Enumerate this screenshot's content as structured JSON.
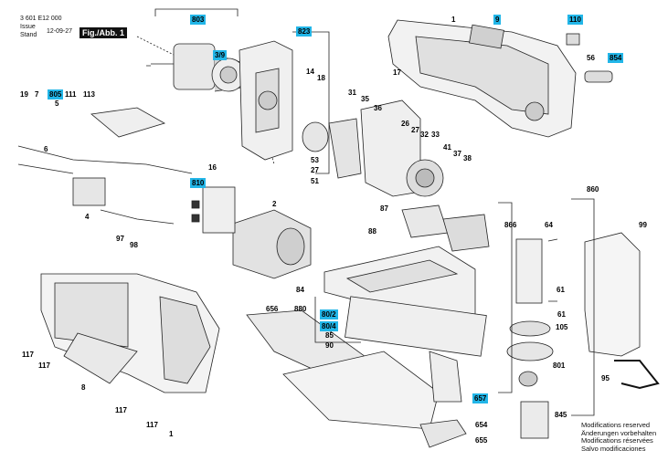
{
  "header": {
    "doc_number": "3 601 E12 000",
    "issue_label": "Issue",
    "stand_label": "Stand",
    "date": "12-09-27",
    "figure_label": "Fig./Abb. 1"
  },
  "part_labels": [
    "803",
    "1",
    "9",
    "110",
    "823",
    "3/9",
    "14",
    "18",
    "56",
    "854",
    "17",
    "19",
    "7",
    "805",
    "5",
    "111",
    "113",
    "31",
    "35",
    "36",
    "26",
    "27",
    "32",
    "33",
    "6",
    "41",
    "37",
    "38",
    "53",
    "27",
    "51",
    "16",
    "810",
    "2",
    "87",
    "866",
    "64",
    "860",
    "99",
    "4",
    "97",
    "98",
    "88",
    "84",
    "61",
    "61",
    "880",
    "80/2",
    "80/4",
    "85",
    "90",
    "105",
    "656",
    "801",
    "95",
    "657",
    "8",
    "117",
    "117",
    "117",
    "117",
    "1",
    "654",
    "655",
    "845"
  ],
  "modifications": [
    "Modifications reserved",
    "Änderungen vorbehalten",
    "Modifications réservées",
    "Salvo modificaciones"
  ],
  "colors": {
    "label_bg": "#22b6e8",
    "line": "#222222"
  }
}
